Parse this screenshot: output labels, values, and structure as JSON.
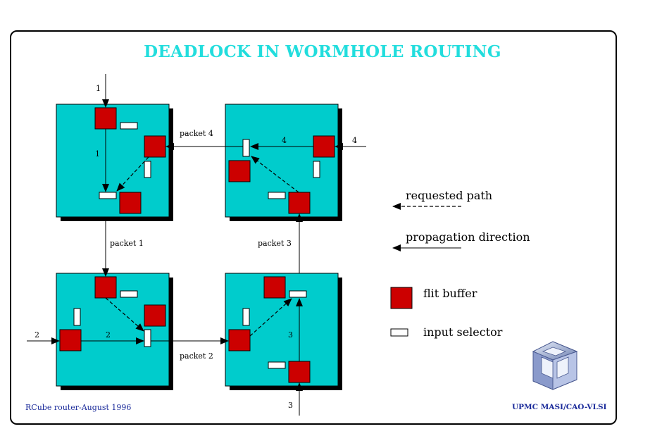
{
  "title": "DEADLOCK IN WORMHOLE ROUTING",
  "footer": {
    "left": "RCube router-August 1996",
    "right": "UPMC MASI/CAO-VLSI"
  },
  "legend": {
    "requested_path": "requested path",
    "propagation_direction": "propagation direction",
    "flit_buffer": "flit buffer",
    "input_selector": "input selector"
  },
  "labels": {
    "packet1": "packet 1",
    "packet2": "packet 2",
    "packet3": "packet 3",
    "packet4": "packet 4",
    "in1": "1",
    "mid1": "1",
    "in2": "2",
    "mid2": "2",
    "in3": "3",
    "mid3": "3",
    "in4": "4",
    "mid4": "4"
  },
  "colors": {
    "router_fill": "#00cccc",
    "shadow": "#000000",
    "flit_buffer": "#cc0000",
    "title": "#22dddd",
    "footer": "#1a2a9a"
  },
  "logo": "rcube-logo-icon"
}
